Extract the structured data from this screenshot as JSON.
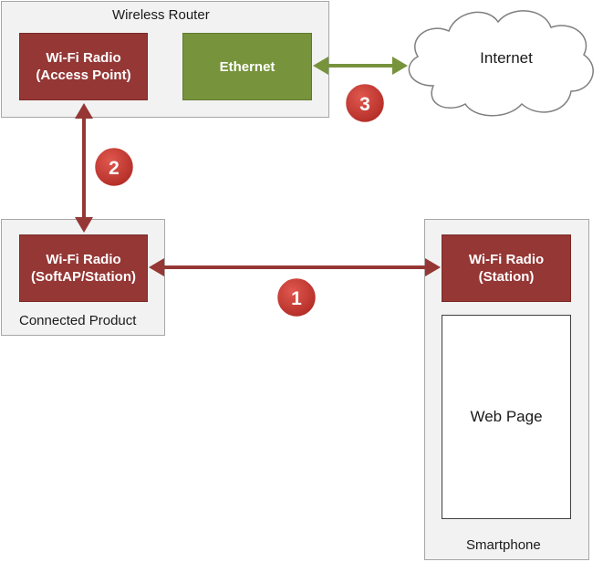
{
  "router": {
    "title": "Wireless Router",
    "radio_line1": "Wi-Fi Radio",
    "radio_line2": "(Access Point)",
    "ethernet": "Ethernet"
  },
  "internet": {
    "label": "Internet"
  },
  "product": {
    "title": "Connected Product",
    "radio_line1": "Wi-Fi Radio",
    "radio_line2": "(SoftAP/Station)"
  },
  "smartphone": {
    "title": "Smartphone",
    "radio_line1": "Wi-Fi Radio",
    "radio_line2": "(Station)",
    "web_page": "Web Page"
  },
  "badges": {
    "one": "1",
    "two": "2",
    "three": "3"
  },
  "colors": {
    "radio": "#953735",
    "ethernet": "#77933c",
    "arrow_red": "#953735",
    "arrow_green": "#77933c",
    "badge": "#c0302b"
  }
}
